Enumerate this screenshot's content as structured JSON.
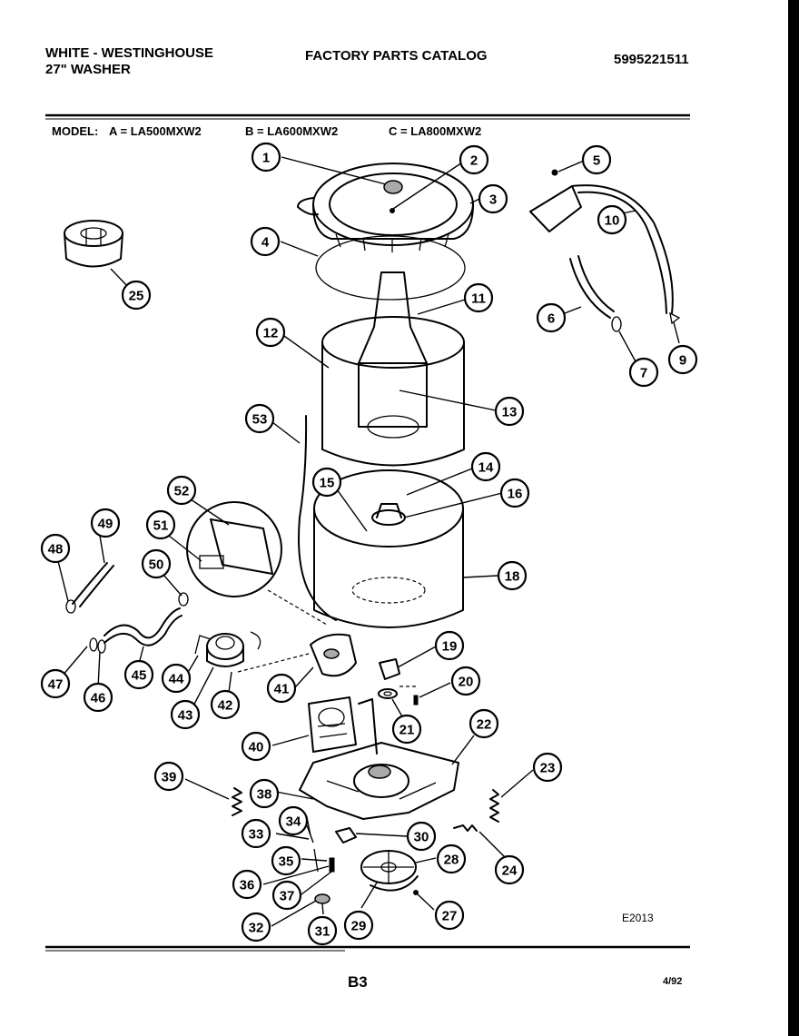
{
  "header": {
    "brand": "WHITE - WESTINGHOUSE",
    "product": "27\" WASHER",
    "catalog_title": "FACTORY PARTS CATALOG",
    "catalog_number": "5995221511"
  },
  "models": {
    "label": "MODEL:",
    "a": "A = LA500MXW2",
    "b": "B = LA600MXW2",
    "c": "C = LA800MXW2"
  },
  "diagram": {
    "code": "E2013",
    "callouts": [
      "1",
      "2",
      "3",
      "4",
      "5",
      "6",
      "7",
      "9",
      "10",
      "11",
      "12",
      "13",
      "14",
      "15",
      "16",
      "18",
      "19",
      "20",
      "21",
      "22",
      "23",
      "24",
      "25",
      "27",
      "28",
      "29",
      "30",
      "31",
      "32",
      "33",
      "34",
      "35",
      "36",
      "37",
      "38",
      "39",
      "40",
      "41",
      "42",
      "43",
      "44",
      "45",
      "46",
      "47",
      "48",
      "49",
      "50",
      "51",
      "52",
      "53"
    ]
  },
  "footer": {
    "page": "B3",
    "date": "4/92"
  }
}
